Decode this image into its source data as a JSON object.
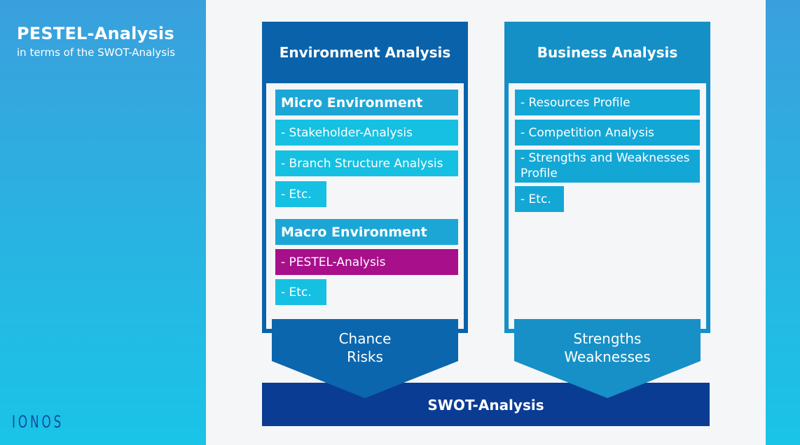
{
  "header": {
    "title": "PESTEL-Analysis",
    "subtitle": "in terms of the SWOT-Analysis"
  },
  "logo": {
    "text": "IONOS",
    "color": "#0b4ea2"
  },
  "colors": {
    "environment_header": "#0a63aa",
    "business_header": "#1590c6",
    "item_cyan": "#16c0e2",
    "highlight_magenta": "#a80f8b",
    "swot_bar": "#0b3c93"
  },
  "environment": {
    "title": "Environment Analysis",
    "micro": {
      "heading": "Micro Environment",
      "items": [
        "- Stakeholder-Analysis",
        "- Branch Structure Analysis",
        "- Etc."
      ]
    },
    "macro": {
      "heading": "Macro Environment",
      "items": [
        "- PESTEL-Analysis",
        "- Etc."
      ]
    },
    "arrow": {
      "line1": "Chance",
      "line2": "Risks"
    }
  },
  "business": {
    "title": "Business Analysis",
    "items": [
      "- Resources Profile",
      "- Competition Analysis",
      "- Strengths and Weaknesses Profile",
      "- Etc."
    ],
    "arrow": {
      "line1": "Strengths",
      "line2": "Weaknesses"
    }
  },
  "swot": {
    "label": "SWOT-Analysis"
  }
}
